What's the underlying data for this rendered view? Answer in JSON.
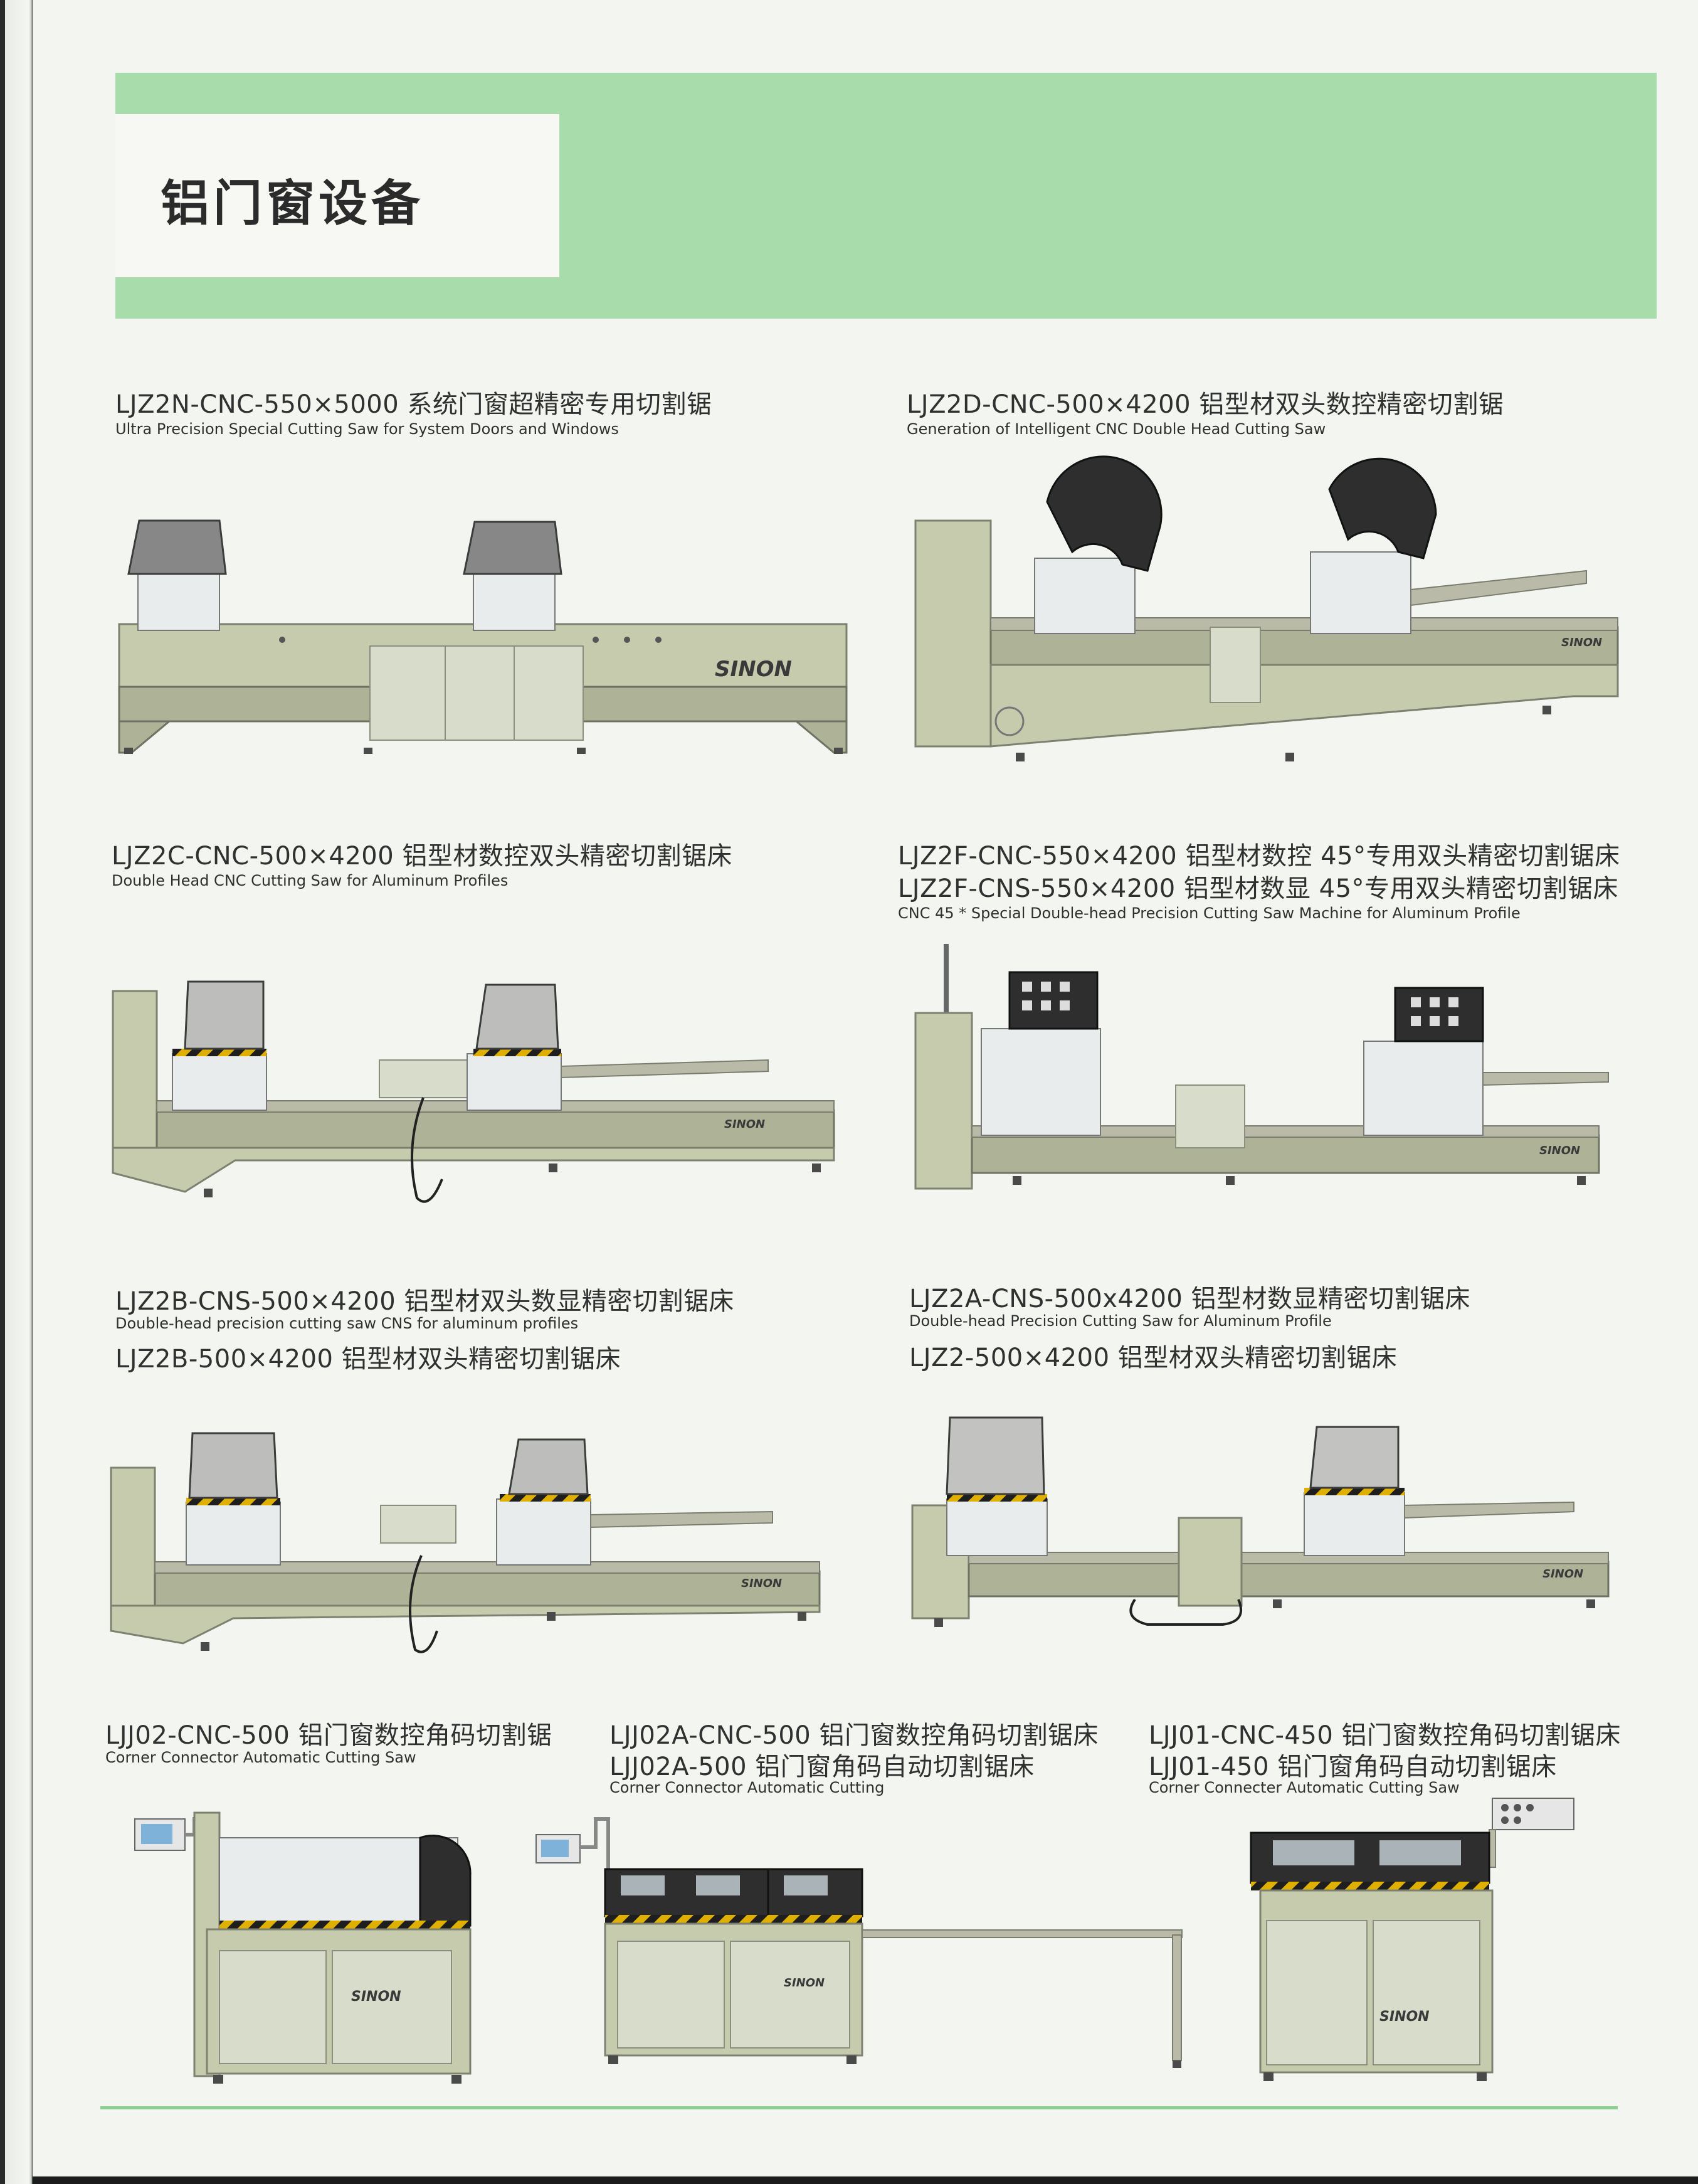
{
  "header": {
    "title": "铝门窗设备"
  },
  "brand": "SINON",
  "products": [
    {
      "cn": "LJZ2N-CNC-550×5000 系统门窗超精密专用切割锯",
      "en": "Ultra Precision Special Cutting Saw for System Doors and Windows"
    },
    {
      "cn": "LJZ2D-CNC-500×4200 铝型材双头数控精密切割锯",
      "en": "Generation of Intelligent CNC Double Head Cutting Saw"
    },
    {
      "cn": "LJZ2C-CNC-500×4200 铝型材数控双头精密切割锯床",
      "en": "Double Head CNC Cutting Saw for Aluminum Profiles"
    },
    {
      "cn": "LJZ2F-CNC-550×4200 铝型材数控 45°专用双头精密切割锯床",
      "cn2": "LJZ2F-CNS-550×4200 铝型材数显 45°专用双头精密切割锯床",
      "en": "CNC 45 * Special Double-head Precision Cutting Saw Machine for Aluminum Profile"
    },
    {
      "cn": "LJZ2B-CNS-500×4200 铝型材双头数显精密切割锯床",
      "en": "Double-head precision cutting saw CNS for aluminum profiles",
      "cn2": "LJZ2B-500×4200 铝型材双头精密切割锯床"
    },
    {
      "cn": "LJZ2A-CNS-500x4200 铝型材数显精密切割锯床",
      "en": "Double-head Precision Cutting Saw for Aluminum Profile",
      "cn2": "LJZ2-500×4200 铝型材双头精密切割锯床"
    },
    {
      "cn": "LJJ02-CNC-500 铝门窗数控角码切割锯",
      "en": "Corner Connector Automatic Cutting Saw"
    },
    {
      "cn": "LJJ02A-CNC-500 铝门窗数控角码切割锯床",
      "cn2": "LJJ02A-500 铝门窗角码自动切割锯床",
      "en": "Corner Connector Automatic Cutting"
    },
    {
      "cn": "LJJ01-CNC-450 铝门窗数控角码切割锯床",
      "cn2": "LJJ01-450 铝门窗角码自动切割锯床",
      "en": "Corner Connecter Automatic Cutting Saw"
    }
  ]
}
